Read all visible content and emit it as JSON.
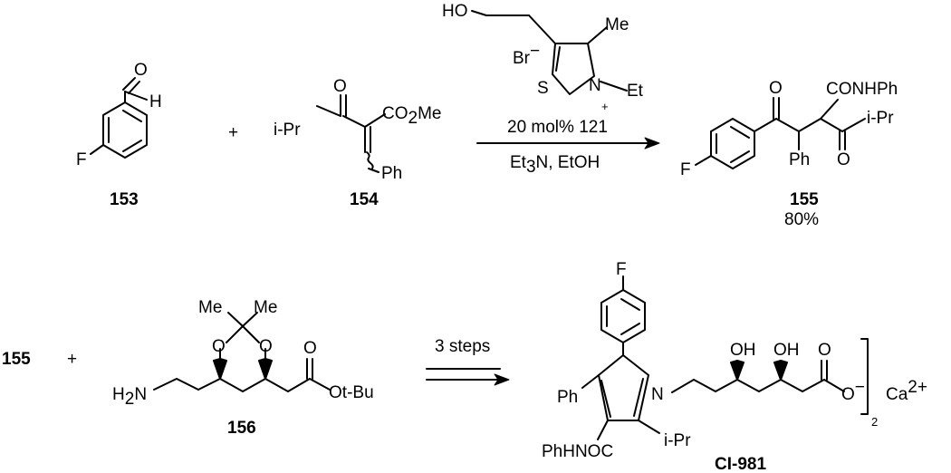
{
  "reaction1": {
    "aldehyde": {
      "label": "153",
      "atoms": {
        "O": "O",
        "H": "H",
        "F": "F"
      }
    },
    "plus": "+",
    "enone": {
      "label": "154",
      "atoms": {
        "O": "O",
        "iPr_prefix": "i",
        "iPr_main": "-Pr",
        "co2me_main": "CO",
        "co2me_sub": "2",
        "co2me_tail": "Me",
        "Ph": "Ph"
      }
    },
    "catalyst": {
      "atoms": {
        "HO": "HO",
        "Me": "Me",
        "Br": "Br",
        "Br_charge": "−",
        "S": "S",
        "N": "N",
        "Et": "Et",
        "N_charge": "+"
      }
    },
    "conditions_top": "20 mol%",
    "catalyst_ref": "121",
    "conditions_bottom_main": "Et",
    "conditions_bottom_sub": "3",
    "conditions_bottom_tail": "N, EtOH",
    "product": {
      "label": "155",
      "yield": "80%",
      "atoms": {
        "O1": "O",
        "CONHPh": "CONHPh",
        "iPr_prefix": "i",
        "iPr_main": "-Pr",
        "Ph": "Ph",
        "O2": "O",
        "F": "F"
      }
    }
  },
  "reaction2": {
    "start_label": "155",
    "plus": "+",
    "amine": {
      "label": "156",
      "atoms": {
        "Me1": "Me",
        "Me2": "Me",
        "O1": "O",
        "O2": "O",
        "O3": "O",
        "H2N_main": "H",
        "H2N_sub": "2",
        "H2N_tail": "N",
        "OtBu_O": "O",
        "OtBu_t": "t",
        "OtBu_tail": "-Bu"
      }
    },
    "conditions": "3 steps",
    "product": {
      "label": "CI-981",
      "atoms": {
        "F": "F",
        "Ph": "Ph",
        "N": "N",
        "OH1": "OH",
        "OH2": "OH",
        "O_carb": "O",
        "O_minus": "O",
        "O_minus_charge": "−",
        "bracket_sub": "2",
        "Ca": "Ca",
        "Ca_charge": "2+",
        "PhHNOC": "PhHNOC",
        "iPr_prefix": "i",
        "iPr_main": "-Pr"
      }
    }
  },
  "colors": {
    "ink": "#000000",
    "background": "#ffffff"
  }
}
